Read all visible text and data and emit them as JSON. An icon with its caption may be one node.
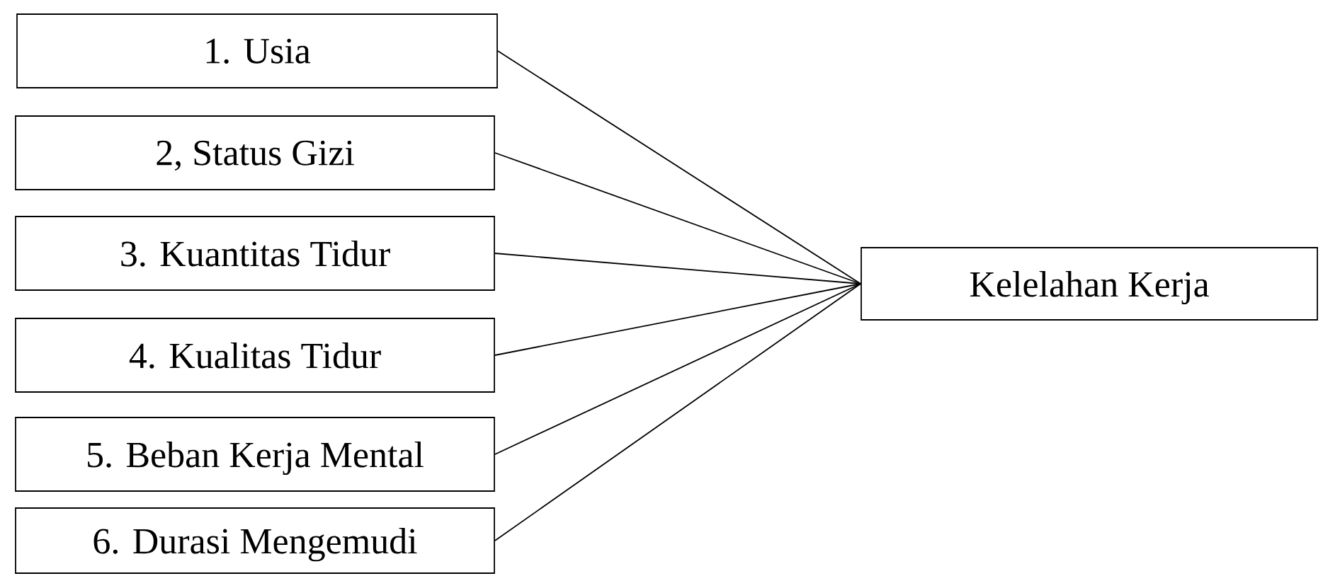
{
  "diagram": {
    "nodes": [
      {
        "text": [
          "1. Usia"
        ]
      },
      {
        "text": [
          "2, Status Gizi"
        ]
      },
      {
        "text": [
          "3. Kuantitas Tidur"
        ]
      },
      {
        "text": [
          "4. Kualitas Tidur"
        ]
      },
      {
        "text": [
          "5. Beban Kerja Mental"
        ]
      },
      {
        "text": [
          "6. Durasi Mengemudi"
        ]
      },
      {
        "text": [
          "Kelelahan Kerja"
        ]
      }
    ],
    "edges": [
      {
        "from": 0,
        "to": 6,
        "arrow": "none"
      },
      {
        "from": 1,
        "to": 6,
        "arrow": "none"
      },
      {
        "from": 2,
        "to": 6,
        "arrow": "none"
      },
      {
        "from": 3,
        "to": 6,
        "arrow": "none"
      },
      {
        "from": 4,
        "to": 6,
        "arrow": "none"
      },
      {
        "from": 5,
        "to": 6,
        "arrow": "none"
      }
    ]
  }
}
